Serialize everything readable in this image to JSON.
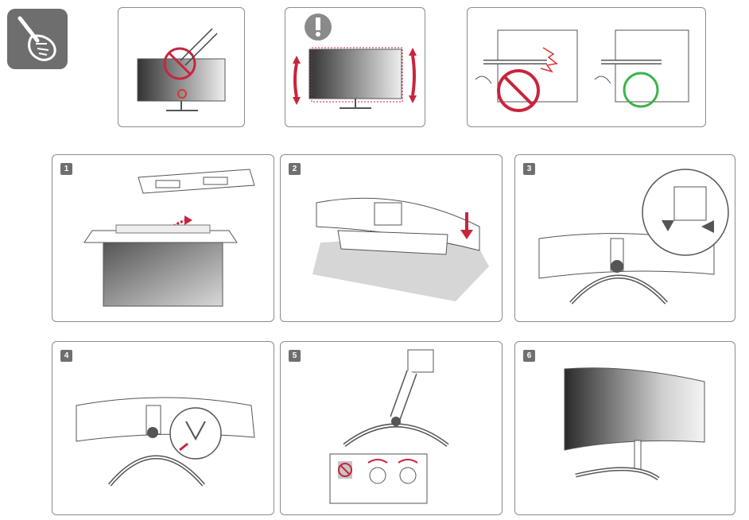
{
  "colors": {
    "badge": "#6f6f6f",
    "prohibit": "#c8253d",
    "ok": "#3cb44b",
    "arrow": "#c8253d",
    "warning": "#8a8a8a"
  },
  "icons": {
    "tool": "screwdriver-hand-icon",
    "warning": "exclamation-icon"
  },
  "steps": [
    {
      "number": "1"
    },
    {
      "number": "2"
    },
    {
      "number": "3"
    },
    {
      "number": "4"
    },
    {
      "number": "5"
    },
    {
      "number": "6"
    }
  ]
}
